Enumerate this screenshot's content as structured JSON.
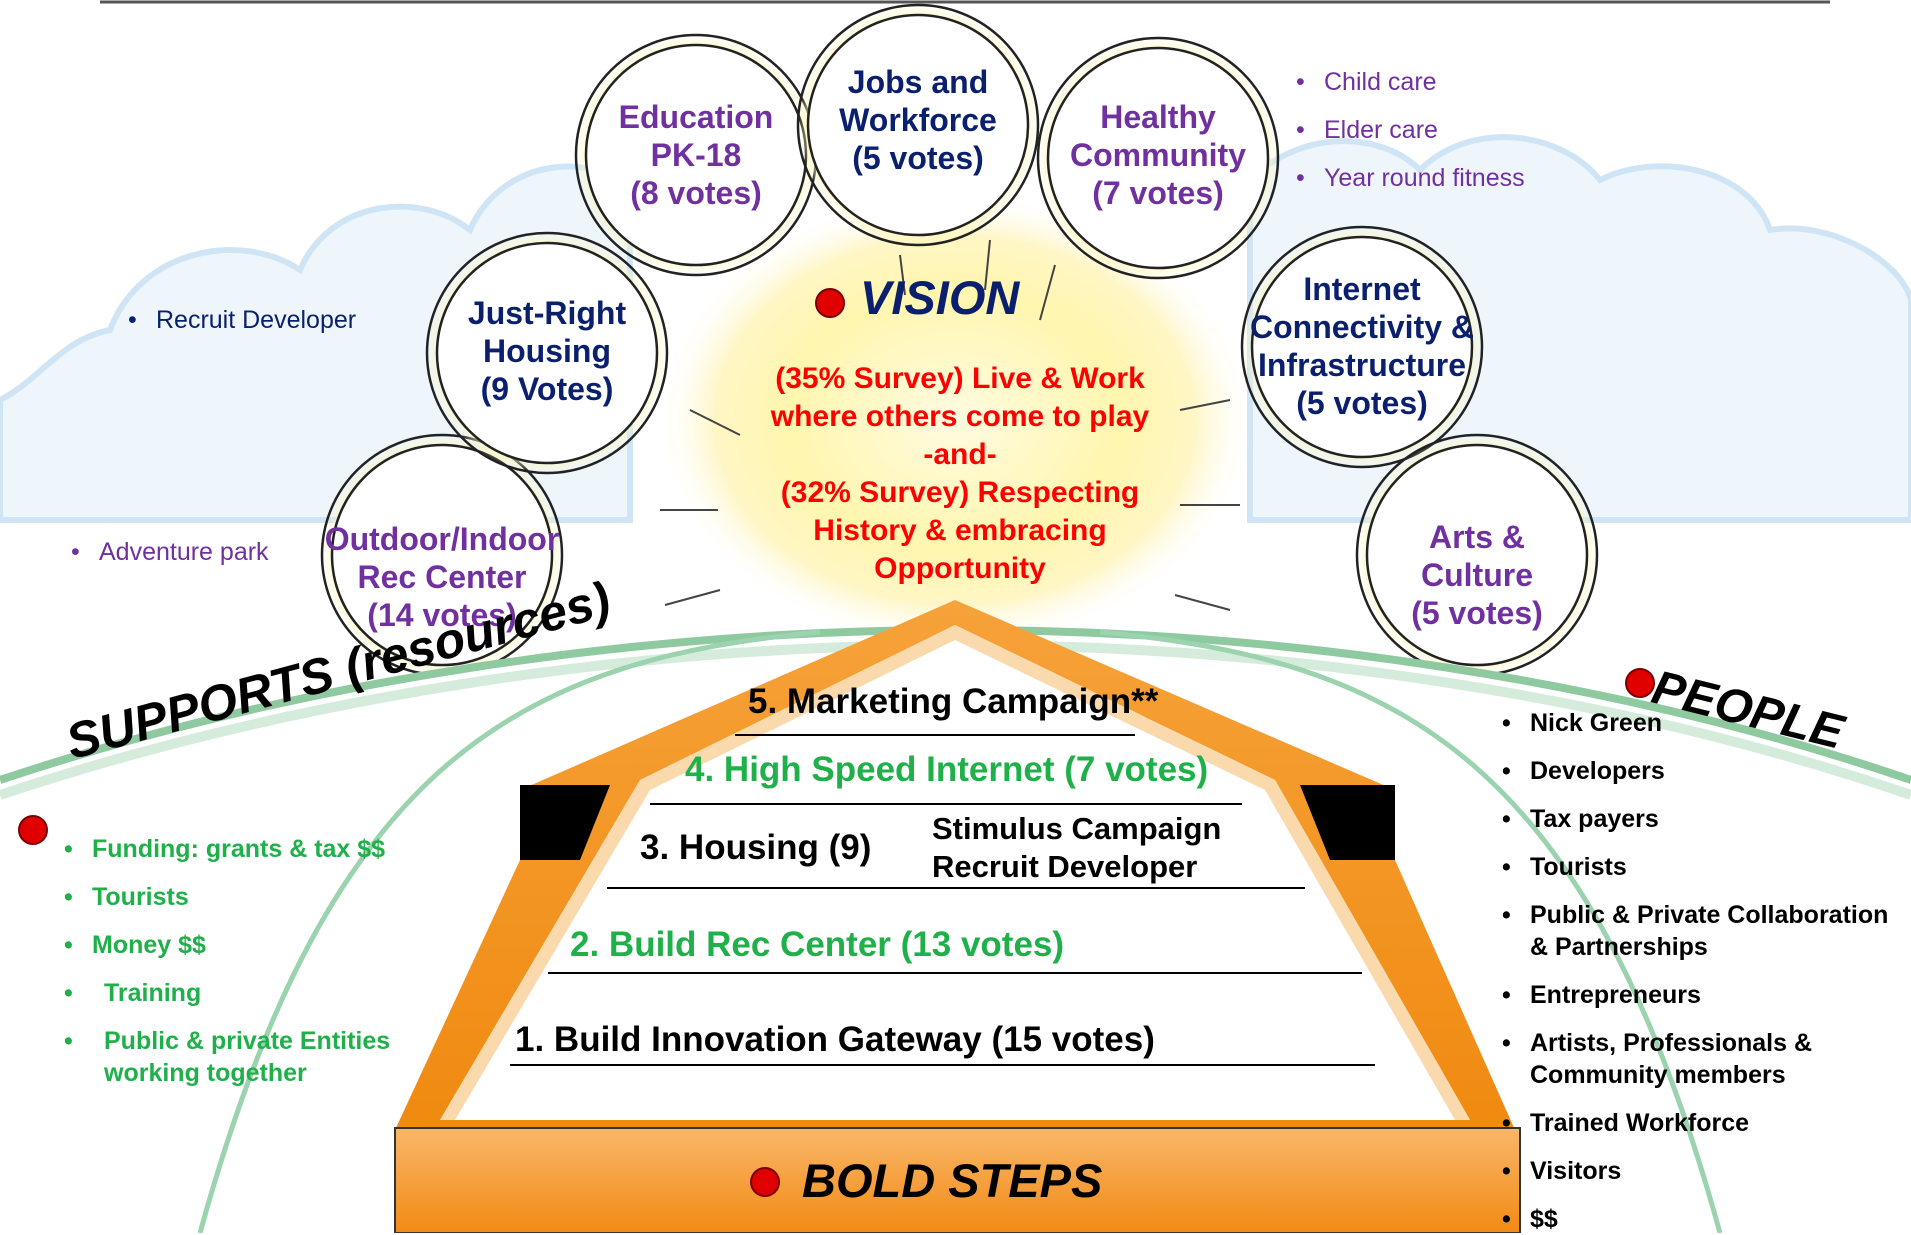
{
  "circles": [
    {
      "id": "outdoor",
      "lines": [
        "Outdoor/Indoor",
        "Rec Center",
        "(14 votes)"
      ]
    },
    {
      "id": "housing",
      "lines": [
        "Just-Right",
        "Housing",
        "(9 Votes)"
      ]
    },
    {
      "id": "education",
      "lines": [
        "Education",
        "PK-18",
        "(8 votes)"
      ]
    },
    {
      "id": "jobs",
      "lines": [
        "Jobs and",
        "Workforce",
        "(5 votes)"
      ]
    },
    {
      "id": "healthy",
      "lines": [
        "Healthy",
        "Community",
        "(7 votes)"
      ]
    },
    {
      "id": "internet",
      "lines": [
        "Internet",
        "Connectivity &",
        "Infrastructure",
        "(5 votes)"
      ]
    },
    {
      "id": "arts",
      "lines": [
        "Arts &",
        "Culture",
        "(5 votes)"
      ]
    }
  ],
  "healthy_notes": [
    "Child care",
    "Elder care",
    "Year round fitness"
  ],
  "housing_note": "Recruit Developer",
  "rec_note": "Adventure park",
  "vision": {
    "title": "VISION",
    "lines": [
      "(35% Survey) Live & Work",
      "where others come to play",
      "-and-",
      "(32% Survey) Respecting",
      "History & embracing",
      "Opportunity"
    ]
  },
  "supports": {
    "title": "SUPPORTS (resources)",
    "items": [
      "Funding: grants & tax $$",
      "Tourists",
      "Money $$",
      "Training",
      "Public & private Entities working together"
    ]
  },
  "people": {
    "title": "PEOPLE",
    "items": [
      "Nick Green",
      "Developers",
      "Tax payers",
      "Tourists",
      "Public & Private Collaboration & Partnerships",
      "Entrepreneurs",
      "Artists, Professionals & Community members",
      "Trained Workforce",
      "Visitors",
      "$$"
    ]
  },
  "steps": {
    "s5": "5. Marketing Campaign**",
    "s4": "4. High Speed Internet (7 votes)",
    "s3": "3. Housing (9)",
    "s3_sub1": "Stimulus Campaign",
    "s3_sub2": "Recruit Developer",
    "s2": "2. Build Rec Center (13 votes)",
    "s1": "1. Build Innovation Gateway (15 votes)"
  },
  "bold_steps": "BOLD STEPS",
  "colors": {
    "purple": "#7030a0",
    "navy": "#0a1f6e",
    "red": "#ff0000",
    "green": "#1fb04a",
    "orange": "#f7941d"
  }
}
